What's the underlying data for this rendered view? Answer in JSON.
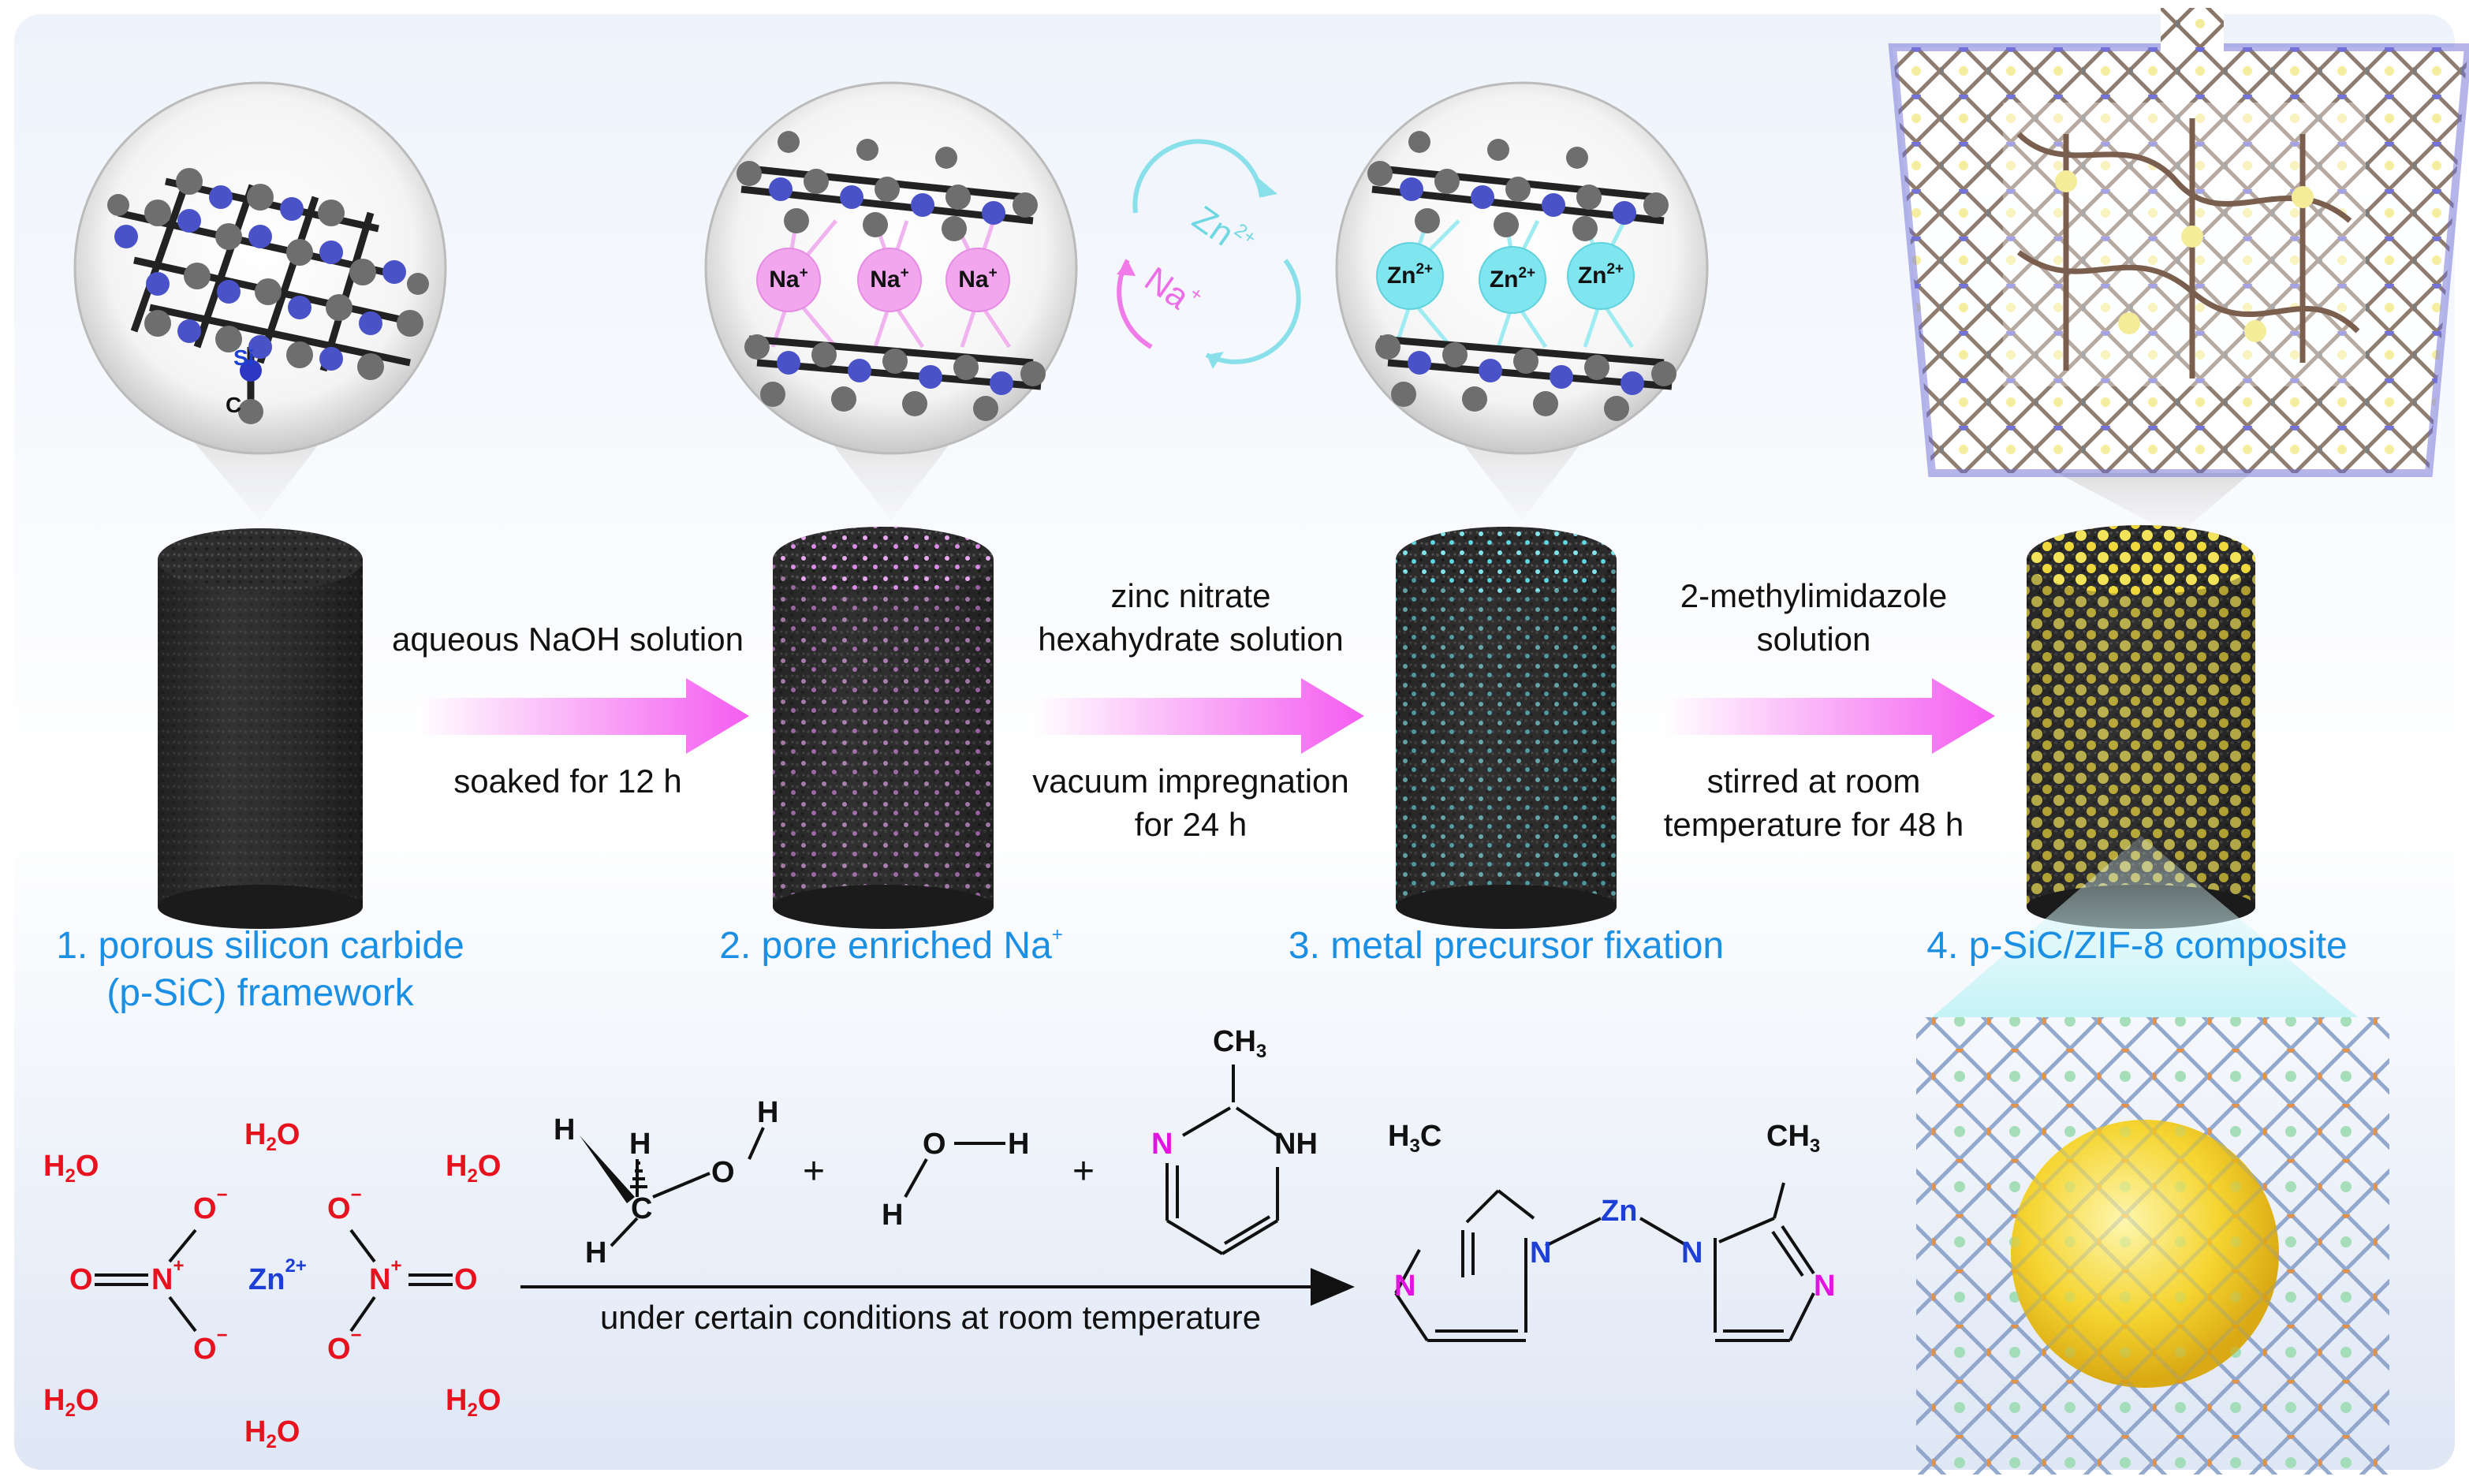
{
  "steps": [
    {
      "label_line1": "1. porous silicon carbide",
      "label_line2": "(p-SiC) framework"
    },
    {
      "label": "2. pore enriched Na",
      "label_sup": "+"
    },
    {
      "label": "3. metal precursor fixation"
    },
    {
      "label": "4. p-SiC/ZIF-8 composite"
    }
  ],
  "arrows": [
    {
      "top": "aqueous NaOH solution",
      "bottom": "soaked for 12 h"
    },
    {
      "top_line1": "zinc nitrate",
      "top_line2": "hexahydrate solution",
      "bottom_line1": "vacuum impregnation",
      "bottom_line2": "for 24 h"
    },
    {
      "top_line1": "2-methylimidazole",
      "top_line2": "solution",
      "bottom_line1": "stirred at room",
      "bottom_line2": "temperature for 48 h"
    }
  ],
  "atoms": {
    "si": "Si",
    "c": "C"
  },
  "ions": {
    "na": "Na",
    "na_charge": "+",
    "zn": "Zn",
    "zn_charge": "2+",
    "exchange_na": "Na",
    "exchange_na_charge": "+",
    "exchange_zn": "Zn",
    "exchange_zn_charge": "2+"
  },
  "reaction": {
    "water": "H",
    "water_sub": "2",
    "water_o": "O",
    "nitrate_o": "O",
    "nitrate_n": "N",
    "o_minus": "−",
    "n_plus": "+",
    "zn": "Zn",
    "zn_charge": "2+",
    "methanol_h": "H",
    "methanol_c": "C",
    "methanol_o": "O",
    "plus": "+",
    "water_mol_o": "O",
    "water_mol_h": "H",
    "mim_ch3": "CH",
    "mim_ch3_sub": "3",
    "mim_n": "N",
    "mim_nh": "NH",
    "condition": "under certain conditions at room temperature",
    "product_h3c": "H",
    "product_h3c_sub": "3",
    "product_h3c_c": "C",
    "product_ch3": "CH",
    "product_ch3_sub": "3",
    "product_zn": "Zn",
    "product_n": "N"
  },
  "colors": {
    "label_blue": "#1a8fe3",
    "arrow_magenta": "#f45cf0",
    "na_pink": "#f2a6ee",
    "zn_cyan": "#7fe6ef",
    "zif_yellow": "#f3e35a",
    "oxygen_red": "#e8121e",
    "nitrogen_blue": "#1d3fd6",
    "imidazole_magenta": "#e313e0"
  }
}
